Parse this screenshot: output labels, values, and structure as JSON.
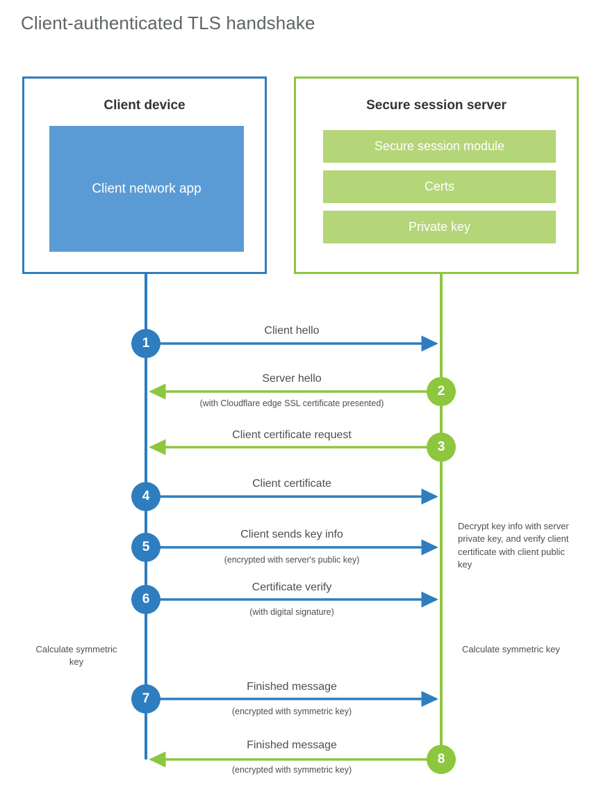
{
  "title": "Client-authenticated TLS handshake",
  "colors": {
    "client_blue": "#2e7dbf",
    "client_app_blue": "#5b9bd5",
    "server_green": "#8dc63f",
    "server_item_green": "#b4d678",
    "text_gray": "#4a4f52",
    "title_gray": "#5f6467",
    "background": "#ffffff"
  },
  "client": {
    "title": "Client device",
    "app_label": "Client network app"
  },
  "server": {
    "title": "Secure session server",
    "items": [
      {
        "label": "Secure session module"
      },
      {
        "label": "Certs"
      },
      {
        "label": "Private key"
      }
    ]
  },
  "steps": [
    {
      "number": "1",
      "label": "Client hello",
      "sublabel": "",
      "direction": "client-to-server",
      "actor": "client"
    },
    {
      "number": "2",
      "label": "Server hello",
      "sublabel": "(with Cloudflare edge SSL certificate presented)",
      "direction": "server-to-client",
      "actor": "server"
    },
    {
      "number": "3",
      "label": "Client certificate request",
      "sublabel": "",
      "direction": "server-to-client",
      "actor": "server"
    },
    {
      "number": "4",
      "label": "Client certificate",
      "sublabel": "",
      "direction": "client-to-server",
      "actor": "client"
    },
    {
      "number": "5",
      "label": "Client sends key info",
      "sublabel": "(encrypted with server's public key)",
      "direction": "client-to-server",
      "actor": "client"
    },
    {
      "number": "6",
      "label": "Certificate verify",
      "sublabel": "(with digital signature)",
      "direction": "client-to-server",
      "actor": "client"
    },
    {
      "number": "7",
      "label": "Finished message",
      "sublabel": "(encrypted with symmetric key)",
      "direction": "client-to-server",
      "actor": "client"
    },
    {
      "number": "8",
      "label": "Finished message",
      "sublabel": "(encrypted with symmetric key)",
      "direction": "server-to-client",
      "actor": "server"
    }
  ],
  "notes": {
    "server_decrypt": "Decrypt key info with server private key, and verify client certificate with client public key",
    "client_calculate": "Calculate symmetric key",
    "server_calculate": "Calculate symmetric key"
  }
}
